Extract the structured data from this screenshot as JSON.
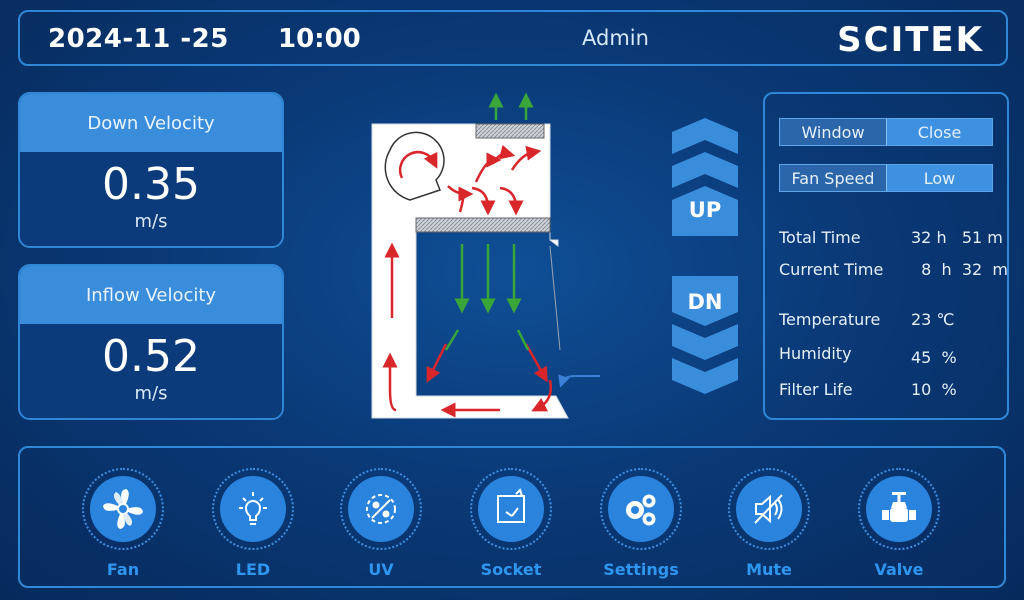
{
  "header": {
    "date": "2024-11 -25",
    "time": "10:00",
    "user": "Admin",
    "logo_text": "SCITEK"
  },
  "down_velocity": {
    "label": "Down Velocity",
    "value": "0.35",
    "unit": "m/s"
  },
  "inflow_velocity": {
    "label": "Inflow Velocity",
    "value": "0.52",
    "unit": "m/s"
  },
  "sash_controls": {
    "up_label": "UP",
    "down_label": "DN"
  },
  "info_panel": {
    "window": {
      "label": "Window",
      "value": "Close"
    },
    "fan_speed": {
      "label": "Fan Speed",
      "value": "Low"
    },
    "total_time": {
      "label": "Total Time",
      "value": "32 h   51 m"
    },
    "current_time": {
      "label": "Current Time",
      "value": "  8  h  32  m"
    },
    "temperature": {
      "label": "Temperature",
      "value": "23 ℃"
    },
    "humidity": {
      "label": "Humidity",
      "value": "45  %"
    },
    "filter_life": {
      "label": "Filter Life",
      "value": "10  %"
    }
  },
  "bottom_buttons": [
    {
      "label": "Fan",
      "icon": "fan-icon"
    },
    {
      "label": "LED",
      "icon": "bulb-icon"
    },
    {
      "label": "UV",
      "icon": "uv-icon"
    },
    {
      "label": "Socket",
      "icon": "socket-icon"
    },
    {
      "label": "Settings",
      "icon": "gears-icon"
    },
    {
      "label": "Mute",
      "icon": "mute-icon"
    },
    {
      "label": "Valve",
      "icon": "valve-icon"
    }
  ],
  "colors": {
    "accent": "#2f87d6",
    "button": "#2a83dc",
    "airflow_in": "#d9262b",
    "airflow_down": "#3aa63a",
    "label_blue": "#2f96f0"
  }
}
